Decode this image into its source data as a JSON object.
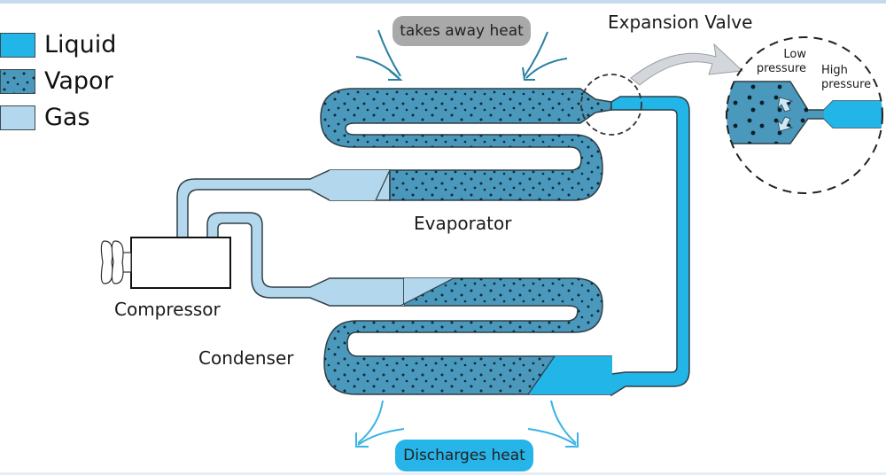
{
  "legend": {
    "items": [
      {
        "label": "Liquid",
        "state": "liquid",
        "color": "#22b5e8"
      },
      {
        "label": "Vapor",
        "state": "vapor",
        "color": "#4a98bc"
      },
      {
        "label": "Gas",
        "state": "gas",
        "color": "#b3d7ec"
      }
    ]
  },
  "colors": {
    "liquid": "#22b5e8",
    "vapor": "#4a98bc",
    "gas": "#b3d7ec",
    "outline": "#2f3f47",
    "heat_in_arrow": "#2a7fa3",
    "heat_out_arrow": "#3ab3e6",
    "takes_heat_pill": "#a9a9a9",
    "discharge_pill": "#27b4e8",
    "expansion_arrow": "#d3d6da"
  },
  "labels": {
    "takes_away_heat": "takes away heat",
    "discharges_heat": "Discharges heat",
    "expansion_valve": "Expansion Valve",
    "low_pressure_line1": "Low",
    "low_pressure_line2": "pressure",
    "high_pressure_line1": "High",
    "high_pressure_line2": "pressure",
    "evaporator": "Evaporator",
    "condenser": "Condenser",
    "compressor": "Compressor"
  }
}
